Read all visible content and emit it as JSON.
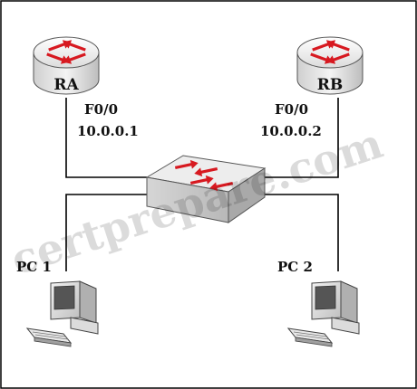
{
  "diagram": {
    "watermark": "certprepare.com",
    "routers": [
      {
        "name": "RA",
        "interface": "F0/0",
        "ip": "10.0.0.1"
      },
      {
        "name": "RB",
        "interface": "F0/0",
        "ip": "10.0.0.2"
      }
    ],
    "switch": {
      "icon": "switch-icon"
    },
    "pcs": [
      {
        "name": "PC 1",
        "icon": "pc-icon"
      },
      {
        "name": "PC 2",
        "icon": "pc-icon"
      }
    ],
    "colors": {
      "router_body": "#e6e6e6",
      "arrow_red": "#d71920",
      "line": "#000000",
      "border": "#000000"
    }
  }
}
